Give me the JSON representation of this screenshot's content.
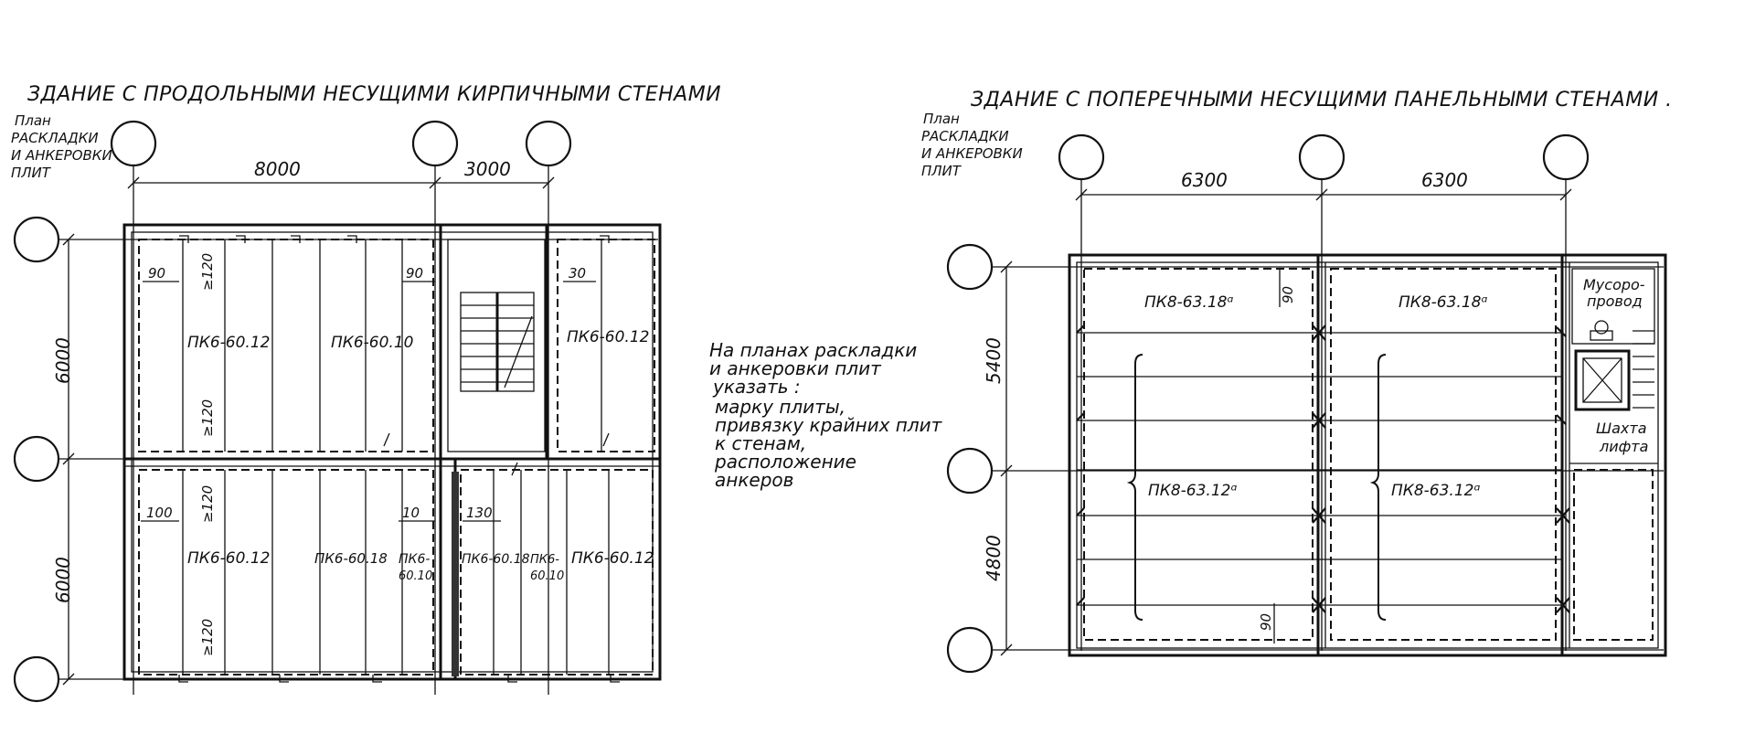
{
  "left": {
    "title": "ЗДАНИЕ С ПРОДОЛЬНЫМИ НЕСУЩИМИ КИРПИЧНЫМИ СТЕНАМИ",
    "plan_label": [
      "План",
      "РАСКЛАДКИ",
      "И АНКЕРОВКИ",
      "ПЛИТ"
    ],
    "dims_top": [
      "8000",
      "3000"
    ],
    "dims_left": [
      "6000",
      "6000"
    ],
    "slabs": [
      "ПК6-60.12",
      "ПК6-60.10",
      "ПК6-60.12",
      "ПК6-60.12",
      "ПК6-60.18",
      "ПК6-",
      "60.10",
      "ПК6-60.18",
      "ПК6-",
      "60.10",
      "ПК6-60.12"
    ],
    "offsets": [
      "90",
      "≥120",
      "90",
      "30",
      "≥120",
      "100",
      "≥120",
      "10",
      "130",
      "≥120"
    ]
  },
  "note": [
    "На планах раскладки",
    "и анкеровки плит",
    "указать :",
    "марку плиты,",
    "привязку крайних плит",
    "к стенам,",
    "расположение",
    "анкеров"
  ],
  "right": {
    "title": "ЗДАНИЕ С ПОПЕРЕЧНЫМИ НЕСУЩИМИ ПАНЕЛЬНЫМИ СТЕНАМИ .",
    "plan_label": [
      "План",
      "РАСКЛАДКИ",
      "И АНКЕРОВКИ",
      "ПЛИТ"
    ],
    "dims_top": [
      "6300",
      "6300"
    ],
    "dims_left": [
      "5400",
      "4800"
    ],
    "slabs": [
      "ПК8-63.18ᵅ",
      "ПК8-63.18ᵅ",
      "ПК8-63.12ᵅ",
      "ПК8-63.12ᵅ"
    ],
    "offsets": [
      "90",
      "90"
    ],
    "rooms": [
      "Мусоро-",
      "провод",
      "Шахта",
      "лифта"
    ]
  }
}
